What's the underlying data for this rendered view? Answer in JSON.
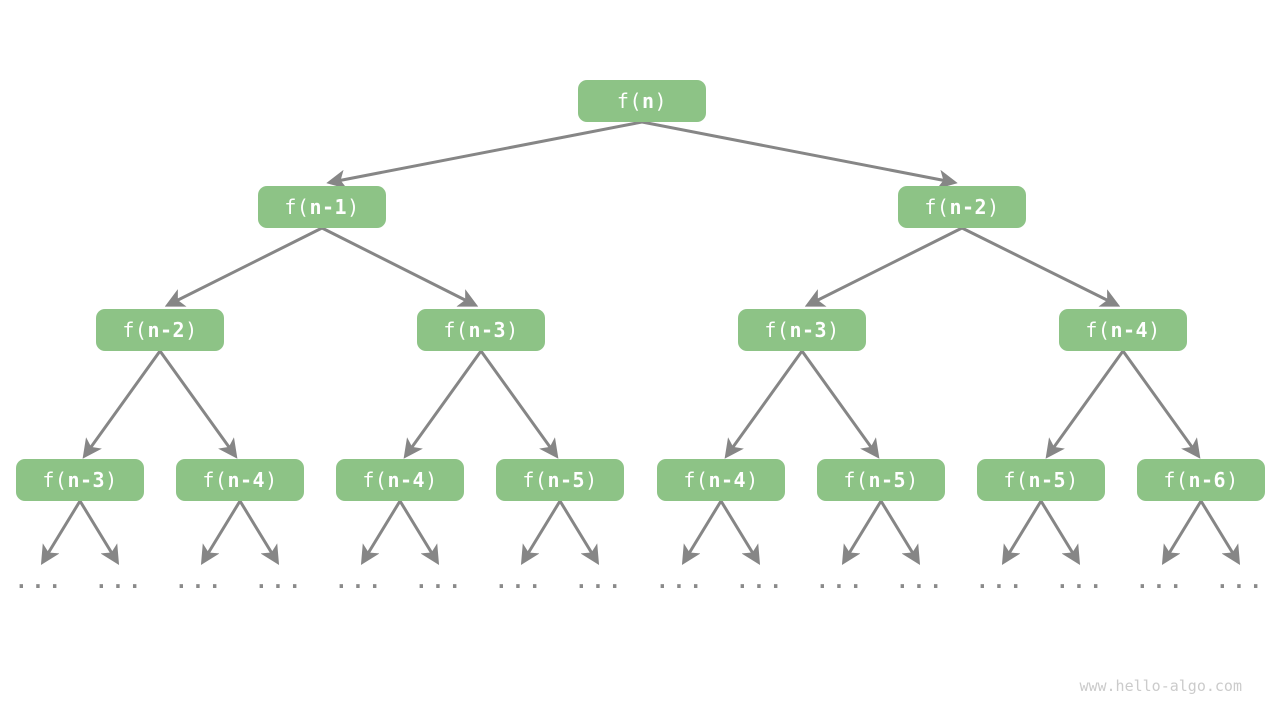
{
  "tree": {
    "levels": [
      [
        {
          "open": "f(",
          "arg": "n",
          "close": ")"
        }
      ],
      [
        {
          "open": "f(",
          "arg": "n-1",
          "close": ")"
        },
        {
          "open": "f(",
          "arg": "n-2",
          "close": ")"
        }
      ],
      [
        {
          "open": "f(",
          "arg": "n-2",
          "close": ")"
        },
        {
          "open": "f(",
          "arg": "n-3",
          "close": ")"
        },
        {
          "open": "f(",
          "arg": "n-3",
          "close": ")"
        },
        {
          "open": "f(",
          "arg": "n-4",
          "close": ")"
        }
      ],
      [
        {
          "open": "f(",
          "arg": "n-3",
          "close": ")"
        },
        {
          "open": "f(",
          "arg": "n-4",
          "close": ")"
        },
        {
          "open": "f(",
          "arg": "n-4",
          "close": ")"
        },
        {
          "open": "f(",
          "arg": "n-5",
          "close": ")"
        },
        {
          "open": "f(",
          "arg": "n-4",
          "close": ")"
        },
        {
          "open": "f(",
          "arg": "n-5",
          "close": ")"
        },
        {
          "open": "f(",
          "arg": "n-5",
          "close": ")"
        },
        {
          "open": "f(",
          "arg": "n-6",
          "close": ")"
        }
      ]
    ],
    "ellipsis": "..."
  },
  "watermark": "www.hello-algo.com",
  "colors": {
    "node_green": "#8dc386",
    "node_text": "#ffffff",
    "arrow_gray": "#868686",
    "ellipsis_gray": "#8a8a8a",
    "watermark_gray": "#cbcbcb"
  }
}
